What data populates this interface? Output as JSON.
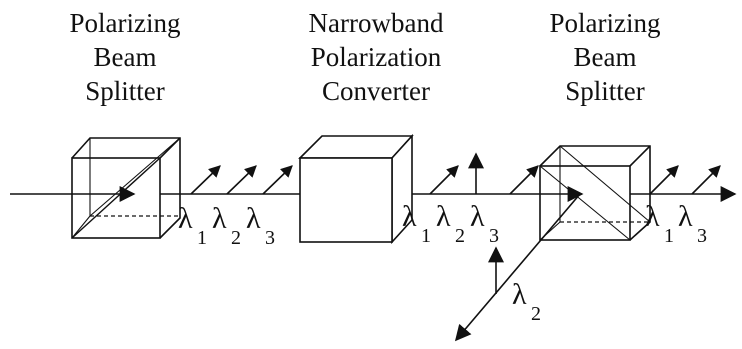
{
  "titles": {
    "pbs_left": [
      "Polarizing",
      "Beam",
      "Splitter"
    ],
    "converter": [
      "Narrowband",
      "Polarization",
      "Converter"
    ],
    "pbs_right": [
      "Polarizing",
      "Beam",
      "Splitter"
    ]
  },
  "wavelengths": {
    "symbol": "λ",
    "input": [
      "1",
      "2",
      "3"
    ],
    "after_converter": [
      "1",
      "2",
      "3"
    ],
    "through": [
      "1",
      "3"
    ],
    "reflected": [
      "2"
    ]
  }
}
